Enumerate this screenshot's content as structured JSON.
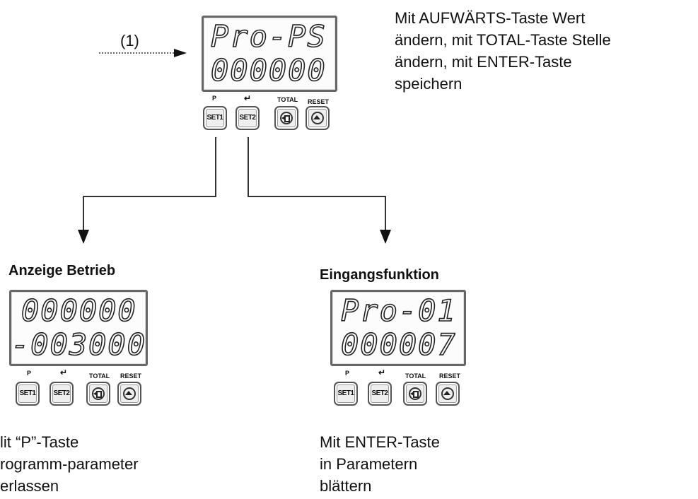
{
  "instruction_text": [
    "Mit AUFWÄRTS-Taste Wert",
    "ändern, mit TOTAL-Taste Stelle",
    "ändern, mit ENTER-Taste",
    "speichern"
  ],
  "marker": "(1)",
  "panels": {
    "top": {
      "line1": "Pro-PS",
      "line2": "000000",
      "buttons": [
        {
          "cap": "P",
          "label": "SET1",
          "icon": "P-key-icon"
        },
        {
          "cap": "",
          "label": "SET2",
          "icon": "enter-key-icon"
        },
        {
          "cap": "TOTAL",
          "label": "",
          "icon": "total-key-icon"
        },
        {
          "cap": "RESET",
          "label": "",
          "icon": "up-key-icon"
        }
      ]
    },
    "left": {
      "heading": "Anzeige Betrieb",
      "line1": "000000",
      "line2": "-003000",
      "caption": [
        "lit “P”-Taste",
        "rogramm-parameter",
        "erlassen"
      ],
      "buttons": [
        {
          "cap": "P",
          "label": "SET1"
        },
        {
          "cap": "",
          "label": "SET2"
        },
        {
          "cap": "TOTAL",
          "label": ""
        },
        {
          "cap": "RESET",
          "label": ""
        }
      ]
    },
    "right": {
      "heading": "Eingangsfunktion",
      "line1": "Pro-01",
      "line2": "000007",
      "caption": [
        "Mit ENTER-Taste",
        "in Parametern",
        "blättern"
      ],
      "buttons": [
        {
          "cap": "P",
          "label": "SET1"
        },
        {
          "cap": "",
          "label": "SET2"
        },
        {
          "cap": "TOTAL",
          "label": ""
        },
        {
          "cap": "RESET",
          "label": ""
        }
      ]
    }
  }
}
